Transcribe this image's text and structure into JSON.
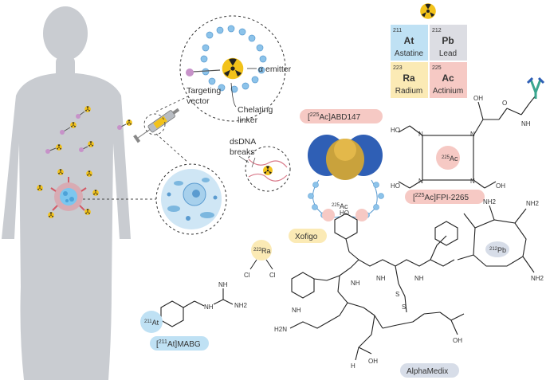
{
  "mechanism": {
    "alpha_emitter": "α emitter",
    "targeting_vector": [
      "Targeting",
      "vector"
    ],
    "chelating_linker": [
      "Chelating",
      "linker"
    ],
    "dsdna_breaks": [
      "dsDNA",
      "breaks"
    ]
  },
  "periodic": {
    "elements": [
      {
        "number": "211",
        "symbol": "At",
        "name": "Astatine",
        "color": "#bfe1f4"
      },
      {
        "number": "212",
        "symbol": "Pb",
        "name": "Lead",
        "color": "#dcdde3"
      },
      {
        "number": "223",
        "symbol": "Ra",
        "name": "Radium",
        "color": "#fbeab5"
      },
      {
        "number": "225",
        "symbol": "Ac",
        "name": "Actinium",
        "color": "#f6c9c4"
      }
    ]
  },
  "compounds": {
    "abd147": {
      "mass": "225",
      "el": "Ac",
      "name": "ABD147"
    },
    "fpi": {
      "mass": "225",
      "el": "Ac",
      "name": "FPI-2265"
    },
    "xofigo": {
      "name": "Xofigo",
      "mass": "223",
      "el": "Ra"
    },
    "mabg": {
      "mass": "211",
      "el": "At",
      "name": "MABG"
    },
    "alphamedix": {
      "name": "AlphaMedix",
      "mass": "212",
      "el": "Pb"
    }
  },
  "atoms": {
    "ho": "HO",
    "nh": "NH",
    "n": "N",
    "s": "S",
    "o": "O",
    "h": "H",
    "oh": "OH",
    "nh2": "NH2",
    "h2n": "H2N",
    "cl": "Cl"
  },
  "colors": {
    "body": "#c9ccd1",
    "blue_node": "#8cc3ea",
    "trefoil": "#f2c21a",
    "target_pink": "#c792c9",
    "cell": "#cfe6f5"
  }
}
